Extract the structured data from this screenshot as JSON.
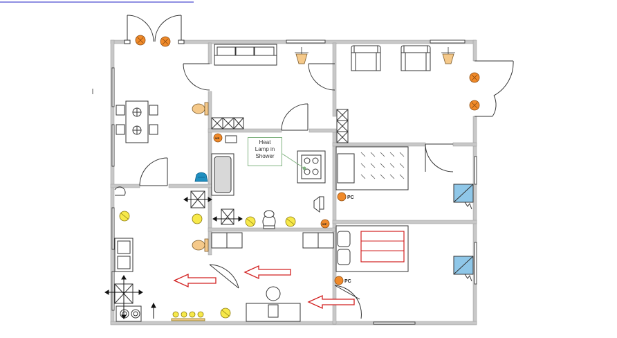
{
  "note": {
    "lines": [
      "Heat",
      "Lamp in",
      "Shower"
    ]
  },
  "labels": {
    "pc_top": "PC",
    "pc_bottom": "PC",
    "wp_top": "WP",
    "wp_bottom": "WP"
  },
  "colors": {
    "wall": "#c8c8c8",
    "light_orange": "#f08a2a",
    "light_yellow": "#f7e94a",
    "fixture_tan": "#f5c98a",
    "arrow_red": "#d22020",
    "heater_blue": "#8fc7e8",
    "fan_blue": "#1f8fc0"
  }
}
